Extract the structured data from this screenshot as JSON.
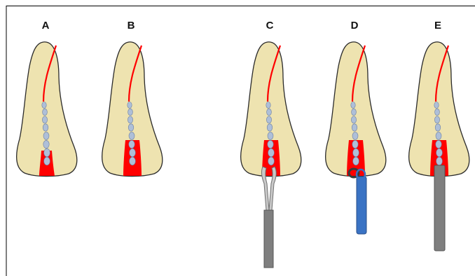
{
  "panels": [
    {
      "label": "A",
      "variant": "no-tool"
    },
    {
      "label": "B",
      "variant": "no-tool-widened-canal"
    },
    {
      "label": "C",
      "variant": "forceps-instrument"
    },
    {
      "label": "D",
      "variant": "blue-holder-with-loop"
    },
    {
      "label": "E",
      "variant": "gray-post"
    }
  ],
  "colors": {
    "tooth_fill": "#eee3b0",
    "tooth_stroke": "#2b2b2b",
    "canal": "#ff0000",
    "filling_beads": "#aebfd8",
    "instrument_gray": "#7f7f7f",
    "forceps_jaw": "#c9c9c9",
    "holder_blue": "#3a73c4",
    "loop_dark": "#3a3a3a",
    "frame": "#000000"
  }
}
